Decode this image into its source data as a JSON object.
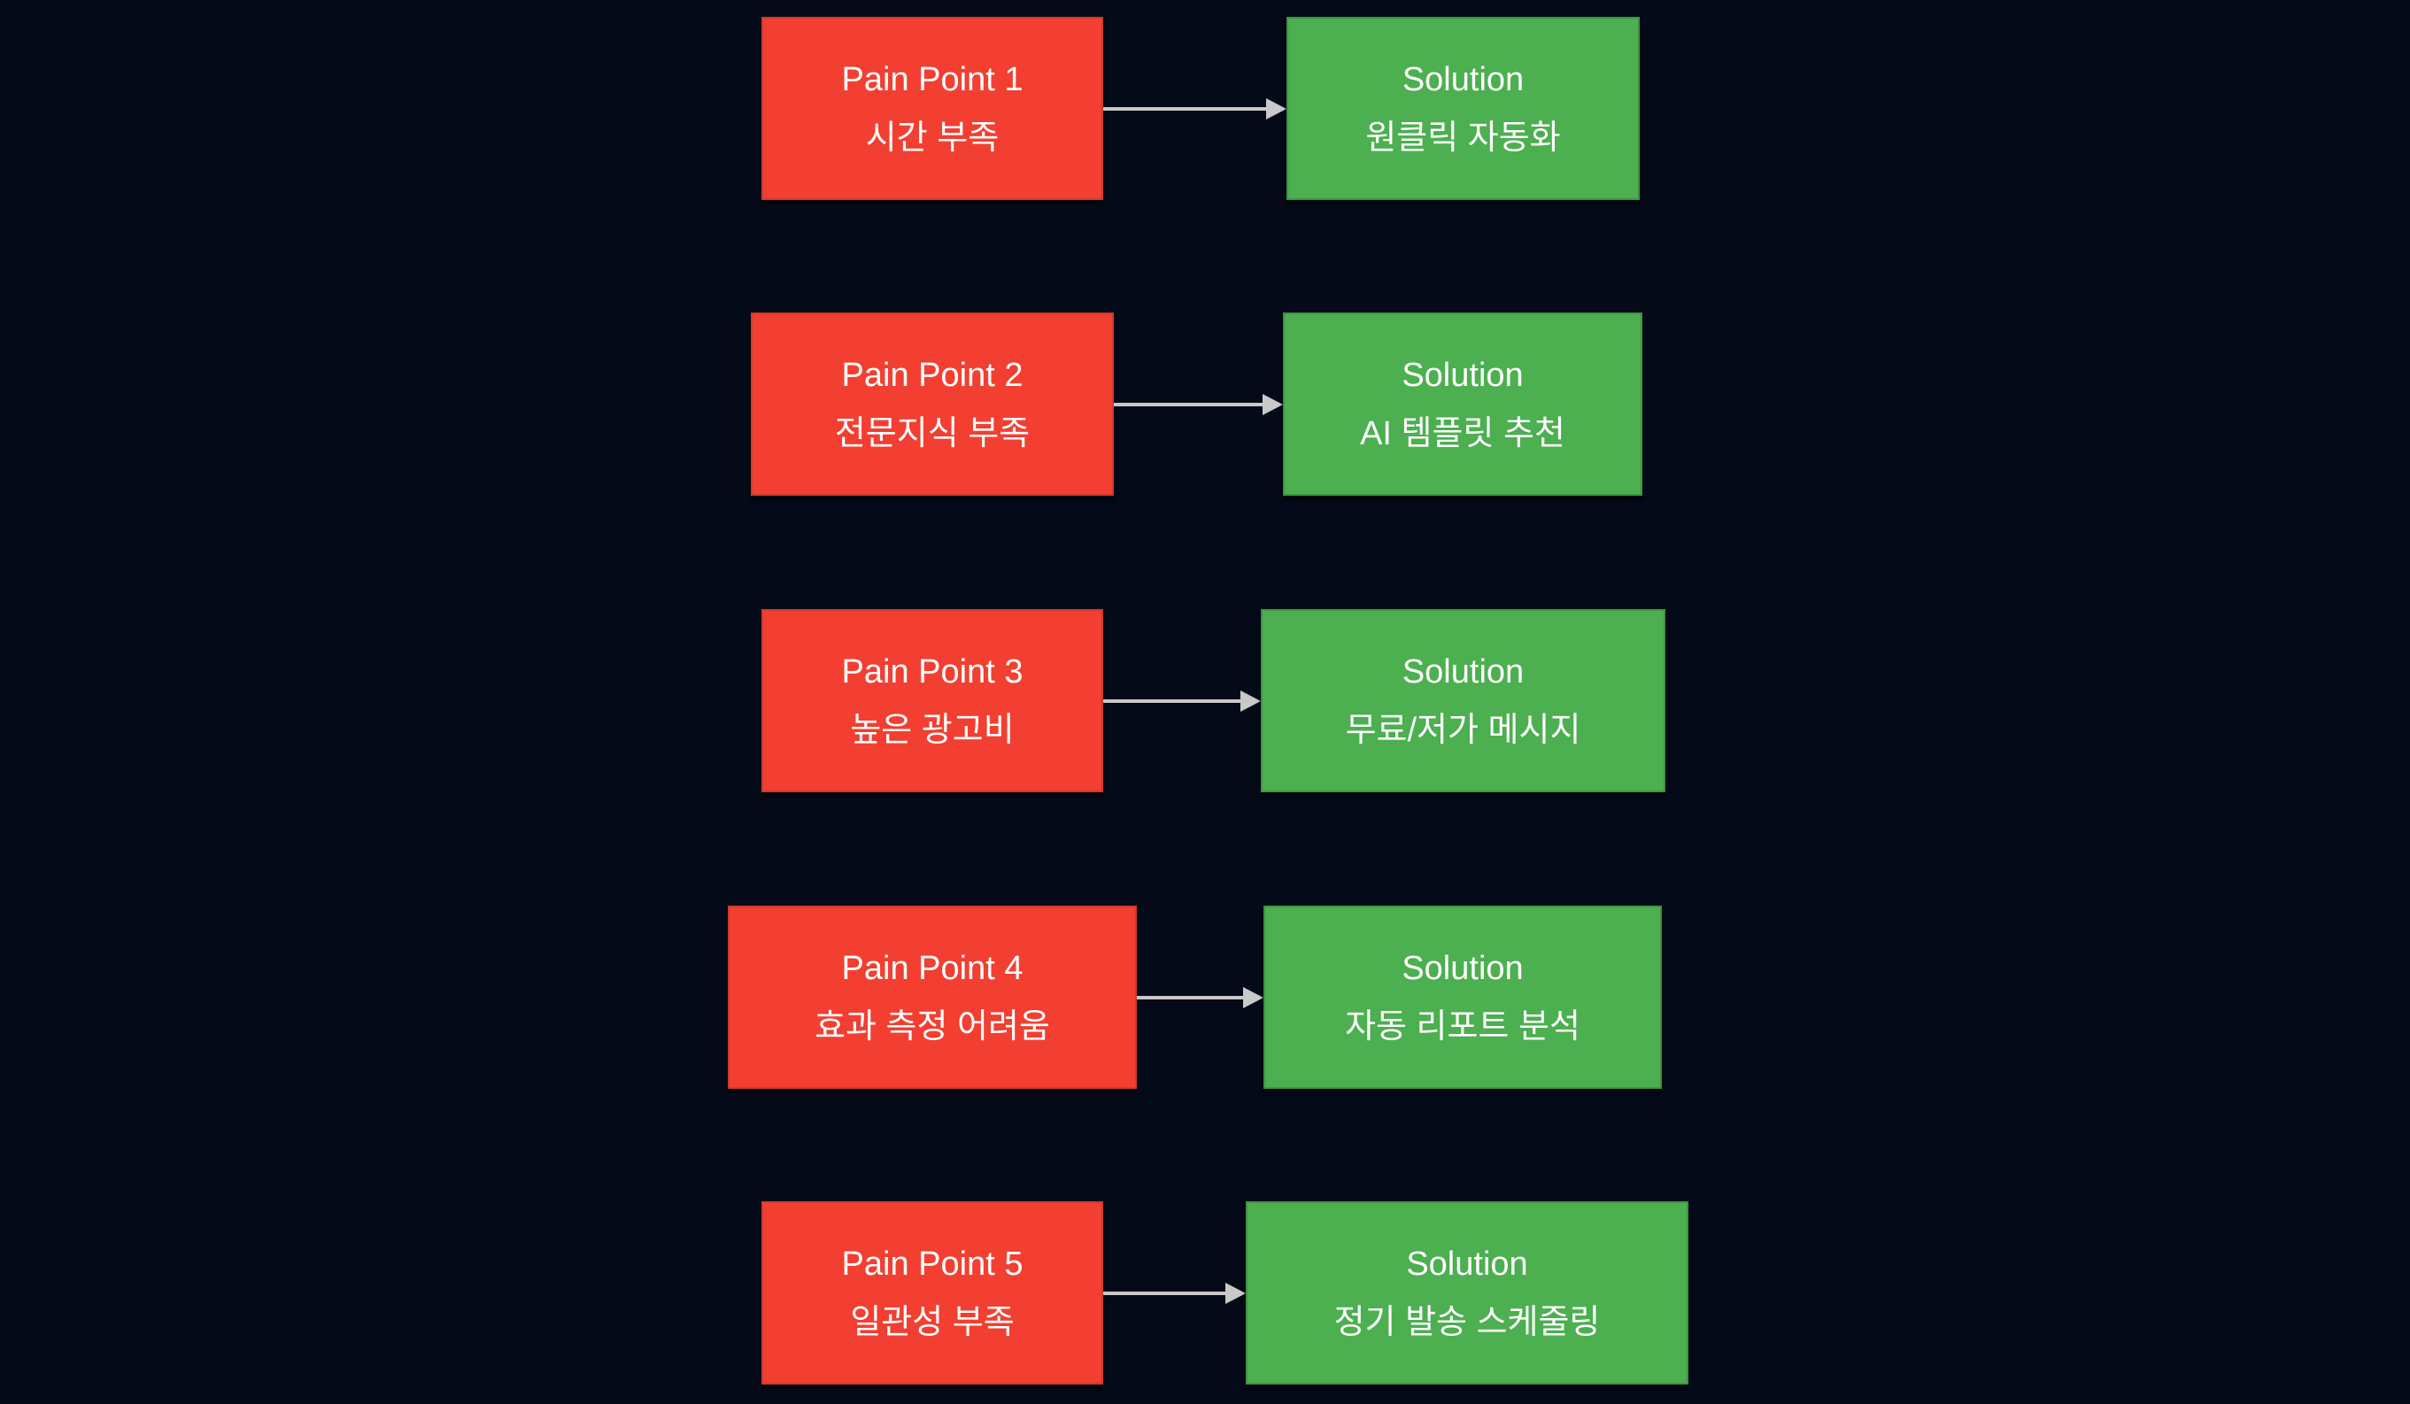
{
  "diagram": {
    "type": "flowchart",
    "colors": {
      "background": "#040a17",
      "pain_fill": "#f23f31",
      "pain_border": "#d03a2a",
      "solution_fill": "#4caf50",
      "solution_border": "#3d9441",
      "arrow": "#c9c9c9",
      "text": "#ffffff"
    },
    "rows": [
      {
        "pain": {
          "title": "Pain Point 1",
          "subtitle": "시간 부족"
        },
        "solution": {
          "title": "Solution",
          "subtitle": "원클릭 자동화"
        }
      },
      {
        "pain": {
          "title": "Pain Point 2",
          "subtitle": "전문지식 부족"
        },
        "solution": {
          "title": "Solution",
          "subtitle": "AI 템플릿 추천"
        }
      },
      {
        "pain": {
          "title": "Pain Point 3",
          "subtitle": "높은 광고비"
        },
        "solution": {
          "title": "Solution",
          "subtitle": "무료/저가 메시지"
        }
      },
      {
        "pain": {
          "title": "Pain Point 4",
          "subtitle": "효과 측정 어려움"
        },
        "solution": {
          "title": "Solution",
          "subtitle": "자동 리포트 분석"
        }
      },
      {
        "pain": {
          "title": "Pain Point 5",
          "subtitle": "일관성 부족"
        },
        "solution": {
          "title": "Solution",
          "subtitle": "정기 발송 스케줄링"
        }
      }
    ]
  }
}
